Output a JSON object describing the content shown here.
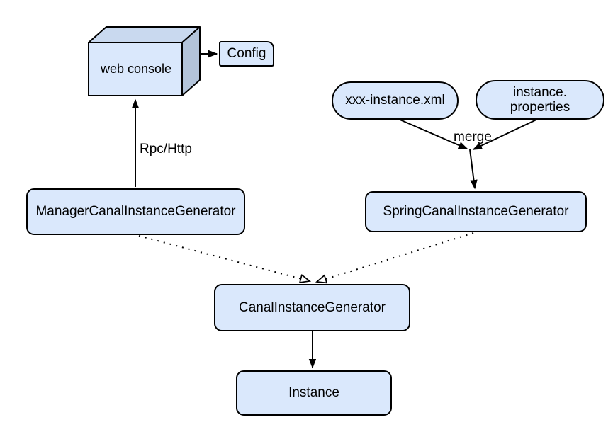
{
  "diagram": {
    "nodes": {
      "web_console": {
        "label": "web console",
        "shape": "cube"
      },
      "config": {
        "label": "Config",
        "shape": "rounded-rect"
      },
      "xml_file": {
        "label": "xxx-instance.xml",
        "shape": "pill"
      },
      "properties_file": {
        "label": "instance.\nproperties",
        "shape": "pill"
      },
      "manager_generator": {
        "label": "ManagerCanalInstanceGenerator",
        "shape": "rounded-rect"
      },
      "spring_generator": {
        "label": "SpringCanalInstanceGenerator",
        "shape": "rounded-rect"
      },
      "canal_generator": {
        "label": "CanalInstanceGenerator",
        "shape": "rounded-rect"
      },
      "instance": {
        "label": "Instance",
        "shape": "rounded-rect"
      }
    },
    "edge_labels": {
      "rpc": "Rpc/Http",
      "merge": "merge"
    },
    "edges": [
      {
        "from": "web_console",
        "to": "config",
        "style": "solid",
        "arrowhead": "filled"
      },
      {
        "from": "manager_generator",
        "to": "web_console",
        "style": "solid",
        "arrowhead": "filled",
        "label": "Rpc/Http"
      },
      {
        "from": "xml_file",
        "to": "merge-point",
        "style": "solid",
        "arrowhead": "filled",
        "label": "merge"
      },
      {
        "from": "properties_file",
        "to": "merge-point",
        "style": "solid",
        "arrowhead": "filled",
        "label": "merge"
      },
      {
        "from": "merge-point",
        "to": "spring_generator",
        "style": "solid",
        "arrowhead": "filled"
      },
      {
        "from": "manager_generator",
        "to": "canal_generator",
        "style": "dotted",
        "arrowhead": "hollow-triangle"
      },
      {
        "from": "spring_generator",
        "to": "canal_generator",
        "style": "dotted",
        "arrowhead": "hollow-triangle"
      },
      {
        "from": "canal_generator",
        "to": "instance",
        "style": "solid",
        "arrowhead": "filled"
      }
    ],
    "colors": {
      "background": "#ffffff",
      "node_fill": "#dae8fc",
      "node_stroke": "#000000",
      "cube_top_fill": "#c9d9ef",
      "cube_side_fill": "#b3c4da"
    }
  }
}
